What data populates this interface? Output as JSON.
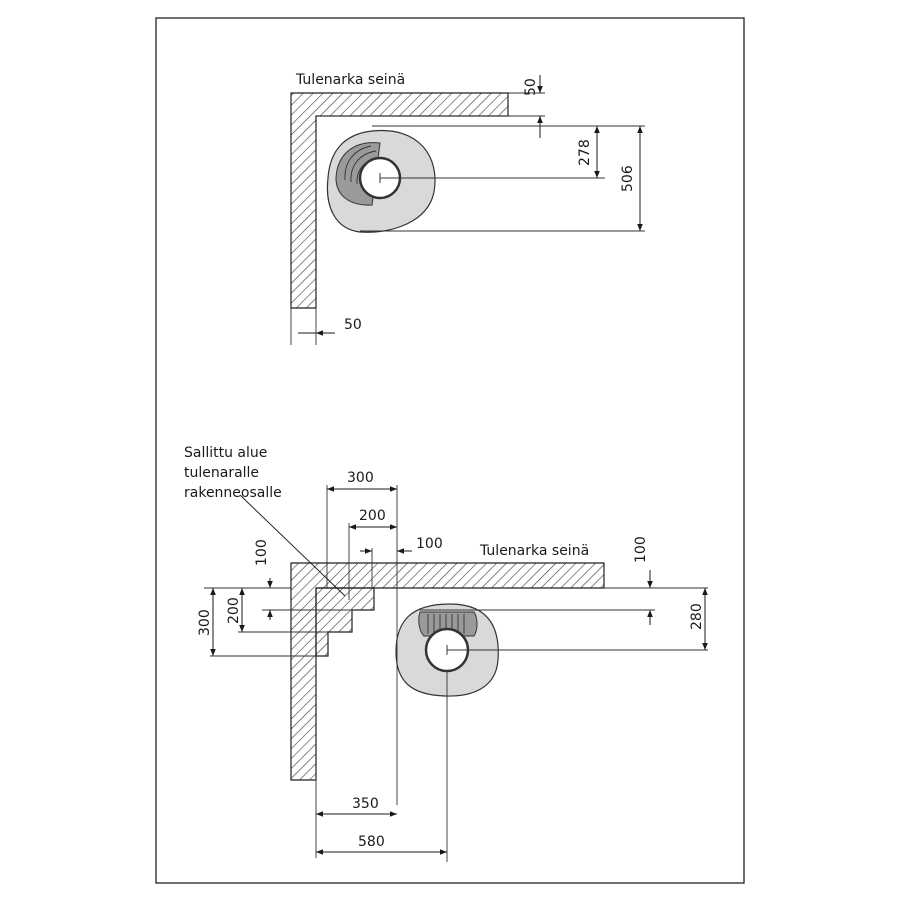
{
  "diagram_top": {
    "wall_label": "Tulenarka seinä",
    "dims": {
      "wall_gap_top": "50",
      "to_center": "278",
      "depth": "506",
      "wall_gap_side": "50"
    }
  },
  "diagram_bottom": {
    "wall_label": "Tulenarka seinä",
    "allowed_area_label": [
      "Sallittu alue",
      "tulenaralle",
      "rakenneosalle"
    ],
    "dims": {
      "step_300": "300",
      "step_200": "200",
      "step_100": "100",
      "left_100": "100",
      "left_200": "200",
      "left_300": "300",
      "right_100": "100",
      "right_280": "280",
      "bottom_350": "350",
      "bottom_580": "580"
    }
  }
}
